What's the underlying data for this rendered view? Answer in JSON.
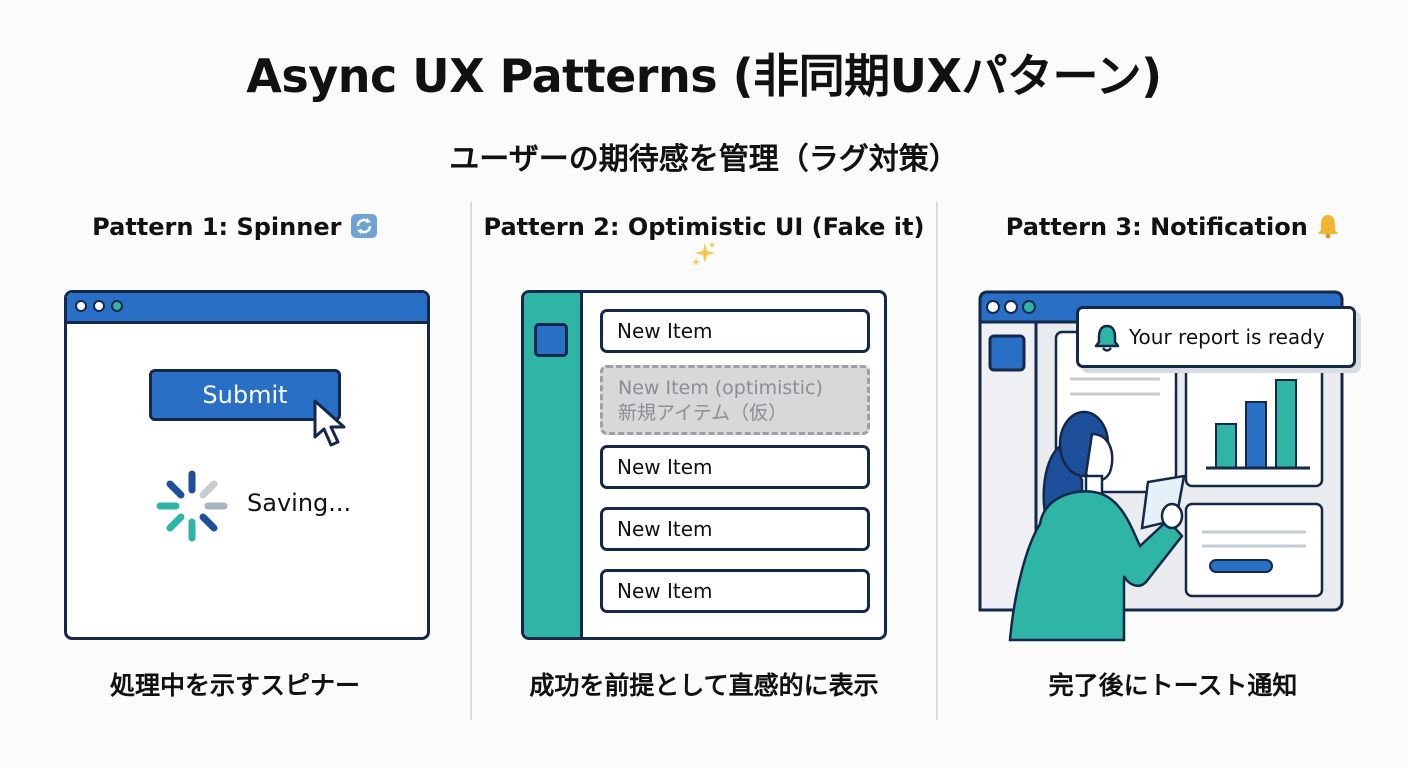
{
  "header": {
    "title": "Async UX Patterns (非同期UXパターン)",
    "subtitle": "ユーザーの期待感を管理（ラグ対策）"
  },
  "patterns": [
    {
      "title": "Pattern 1: Spinner",
      "icon": "refresh-icon",
      "button_label": "Submit",
      "status_text": "Saving...",
      "caption": "処理中を示すスピナー"
    },
    {
      "title": "Pattern 2: Optimistic UI (Fake it)",
      "icon": "sparkles-icon",
      "items": [
        "New Item",
        "New Item",
        "New Item",
        "New Item"
      ],
      "optimistic_item": {
        "line1": "New Item (optimistic)",
        "line2": "新規アイテム（仮）"
      },
      "caption": "成功を前提として直感的に表示"
    },
    {
      "title": "Pattern 3: Notification",
      "icon": "bell-icon",
      "toast_text": "Your report is ready",
      "caption": "完了後にトースト通知"
    }
  ],
  "colors": {
    "blue": "#2a6fc6",
    "teal": "#2fb5a5",
    "navy": "#14294a",
    "gray": "#d7d8da"
  }
}
